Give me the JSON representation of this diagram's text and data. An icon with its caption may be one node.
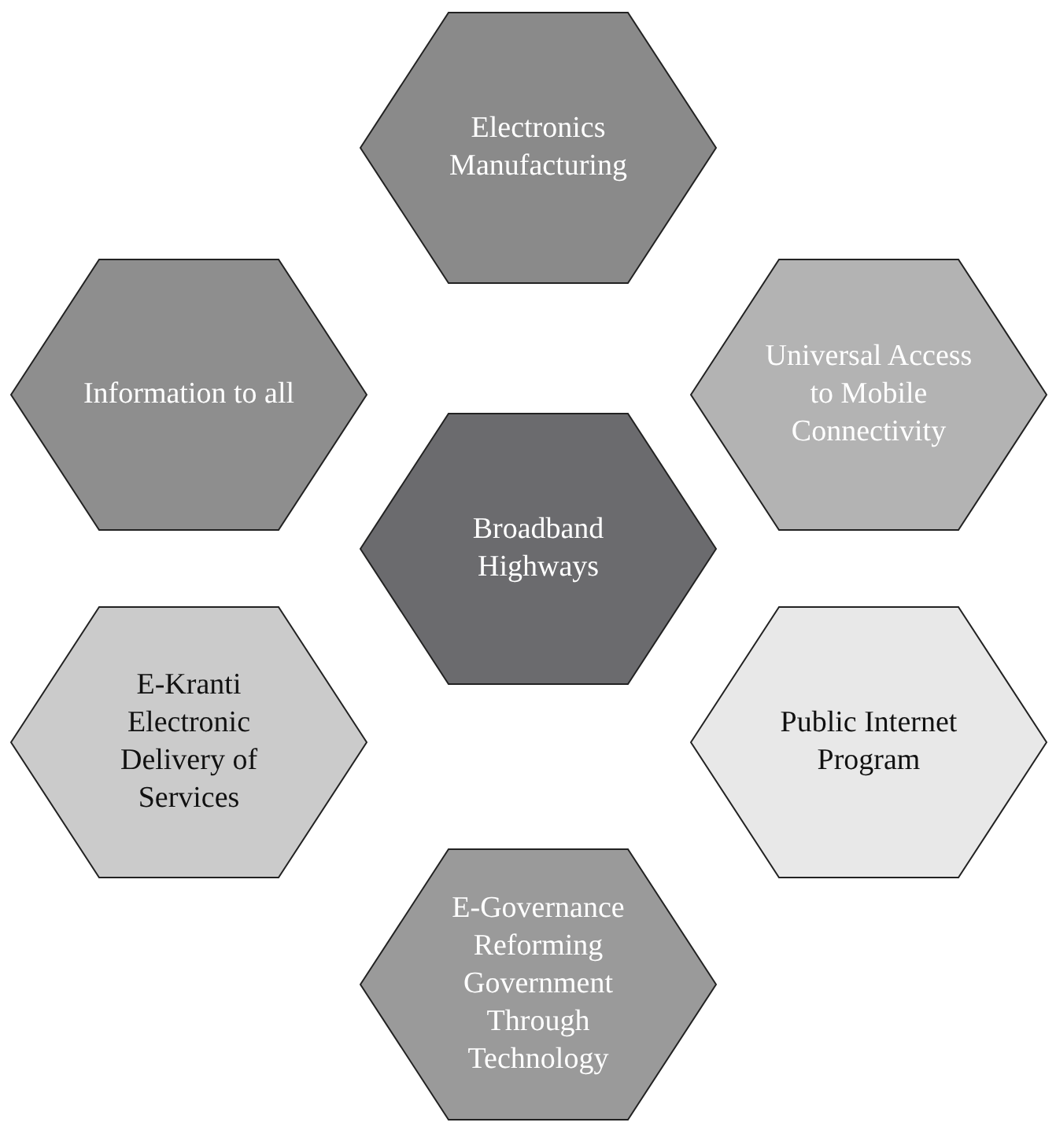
{
  "diagram": {
    "nodes": [
      {
        "text": [
          "Electronics Manufacturing"
        ]
      },
      {
        "text": [
          "Information to all"
        ]
      },
      {
        "text": [
          "Universal Access to Mobile Connectivity"
        ]
      },
      {
        "text": [
          "Broadband Highways"
        ]
      },
      {
        "text": [
          "E-Kranti Electronic Delivery of Services"
        ]
      },
      {
        "text": [
          "Public Internet Program"
        ]
      },
      {
        "text": [
          "E-Governance Reforming Government Through Technology"
        ]
      }
    ],
    "edges": []
  }
}
